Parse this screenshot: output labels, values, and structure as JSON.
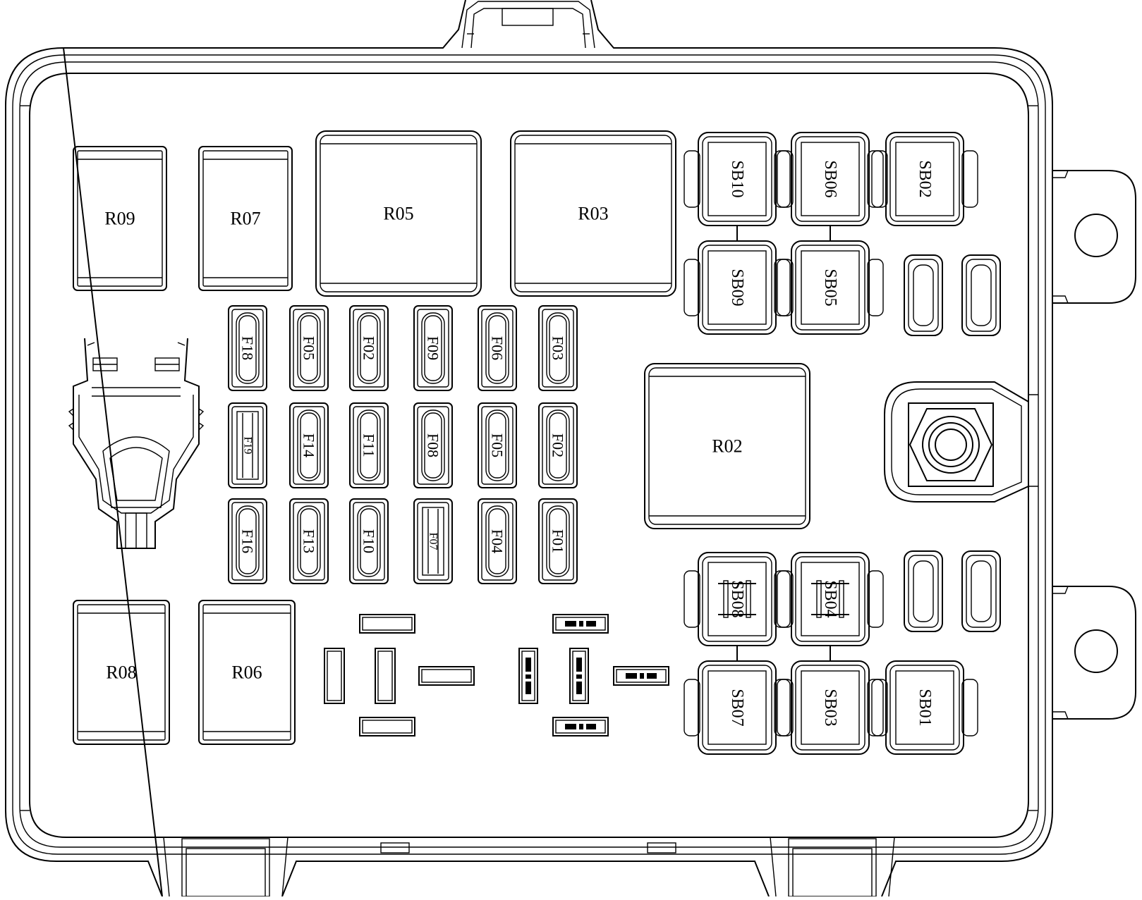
{
  "diagram": {
    "relays": [
      "R09",
      "R07",
      "R05",
      "R03",
      "R02",
      "R08",
      "R06"
    ],
    "fuse_rows": [
      [
        "F18",
        "F05",
        "F02",
        "F09",
        "F06",
        "F03"
      ],
      [
        "F19",
        "F14",
        "F11",
        "F08",
        "F05",
        "F02"
      ],
      [
        "F16",
        "F13",
        "F10",
        "F07",
        "F04",
        "F01"
      ]
    ],
    "fuse_variants": {
      "F19": "mini",
      "F07": "mini"
    },
    "slow_blow_fuses": [
      "SB10",
      "SB06",
      "SB02",
      "SB09",
      "SB05",
      "SB08",
      "SB04",
      "SB07",
      "SB03",
      "SB01"
    ],
    "colors": {
      "line": "#000000",
      "background": "#ffffff"
    }
  }
}
